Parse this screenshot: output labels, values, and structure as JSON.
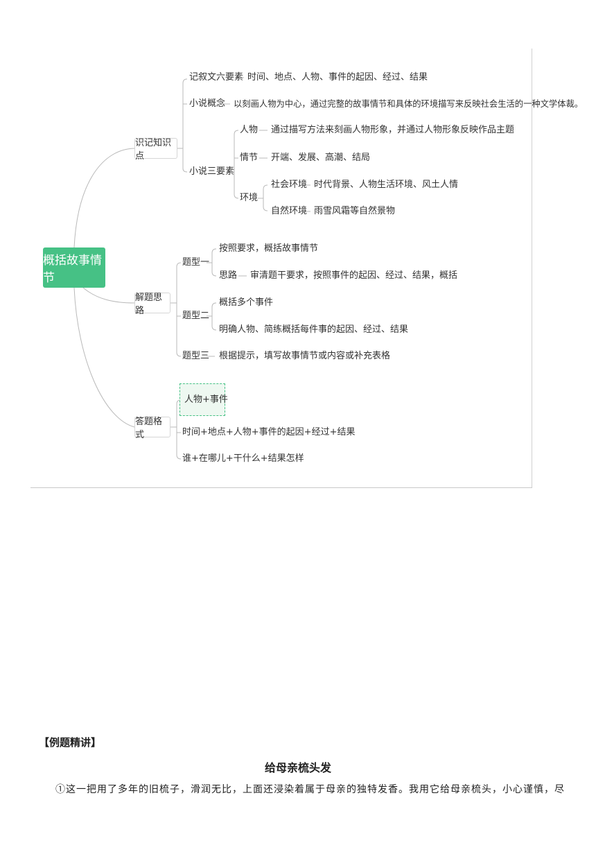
{
  "mindmap": {
    "root": "概括故事情节",
    "b1": {
      "label": "识记知识点",
      "liuyaosu": {
        "label": "记叙文六要素",
        "value": "时间、地点、人物、事件的起因、经过、结果"
      },
      "gainian": {
        "label": "小说概念",
        "value": "以刻画人物为中心，通过完整的故事情节和具体的环境描写来反映社会生活的一种文学体裁。"
      },
      "sanyaosu": {
        "label": "小说三要素",
        "renwu": {
          "label": "人物",
          "value": "通过描写方法来刻画人物形象，并通过人物形象反映作品主题"
        },
        "qingjie": {
          "label": "情节",
          "value": "开端、发展、高潮、结局"
        },
        "huanjing": {
          "label": "环境",
          "shehui": {
            "label": "社会环境",
            "value": "时代背景、人物生活环境、风土人情"
          },
          "ziran": {
            "label": "自然环境",
            "value": "雨雪风霜等自然景物"
          }
        }
      }
    },
    "b2": {
      "label": "解题思路",
      "t1": {
        "label": "题型一",
        "a": "按照要求，概括故事情节",
        "b_label": "思路",
        "b_value": "审清题干要求，按照事件的起因、经过、结果，概括"
      },
      "t2": {
        "label": "题型二",
        "a": "概括多个事件",
        "b": "明确人物、简练概括每件事的起因、经过、结果"
      },
      "t3": {
        "label": "题型三",
        "value": "根据提示，填写故事情节或内容或补充表格"
      }
    },
    "b3": {
      "label": "答题格式",
      "items": [
        "人物+事件",
        "时间+地点+人物+事件的起因+经过+结果",
        "谁+在哪儿+干什么+结果怎样"
      ]
    }
  },
  "doc": {
    "section_heading": "【例题精讲】",
    "title": "给母亲梳头发",
    "paragraph1": "①这一把用了多年的旧梳子，滑润无比，上面还浸染着属于母亲的独特发香。我用它给母亲梳头，小心谨慎，尽"
  }
}
